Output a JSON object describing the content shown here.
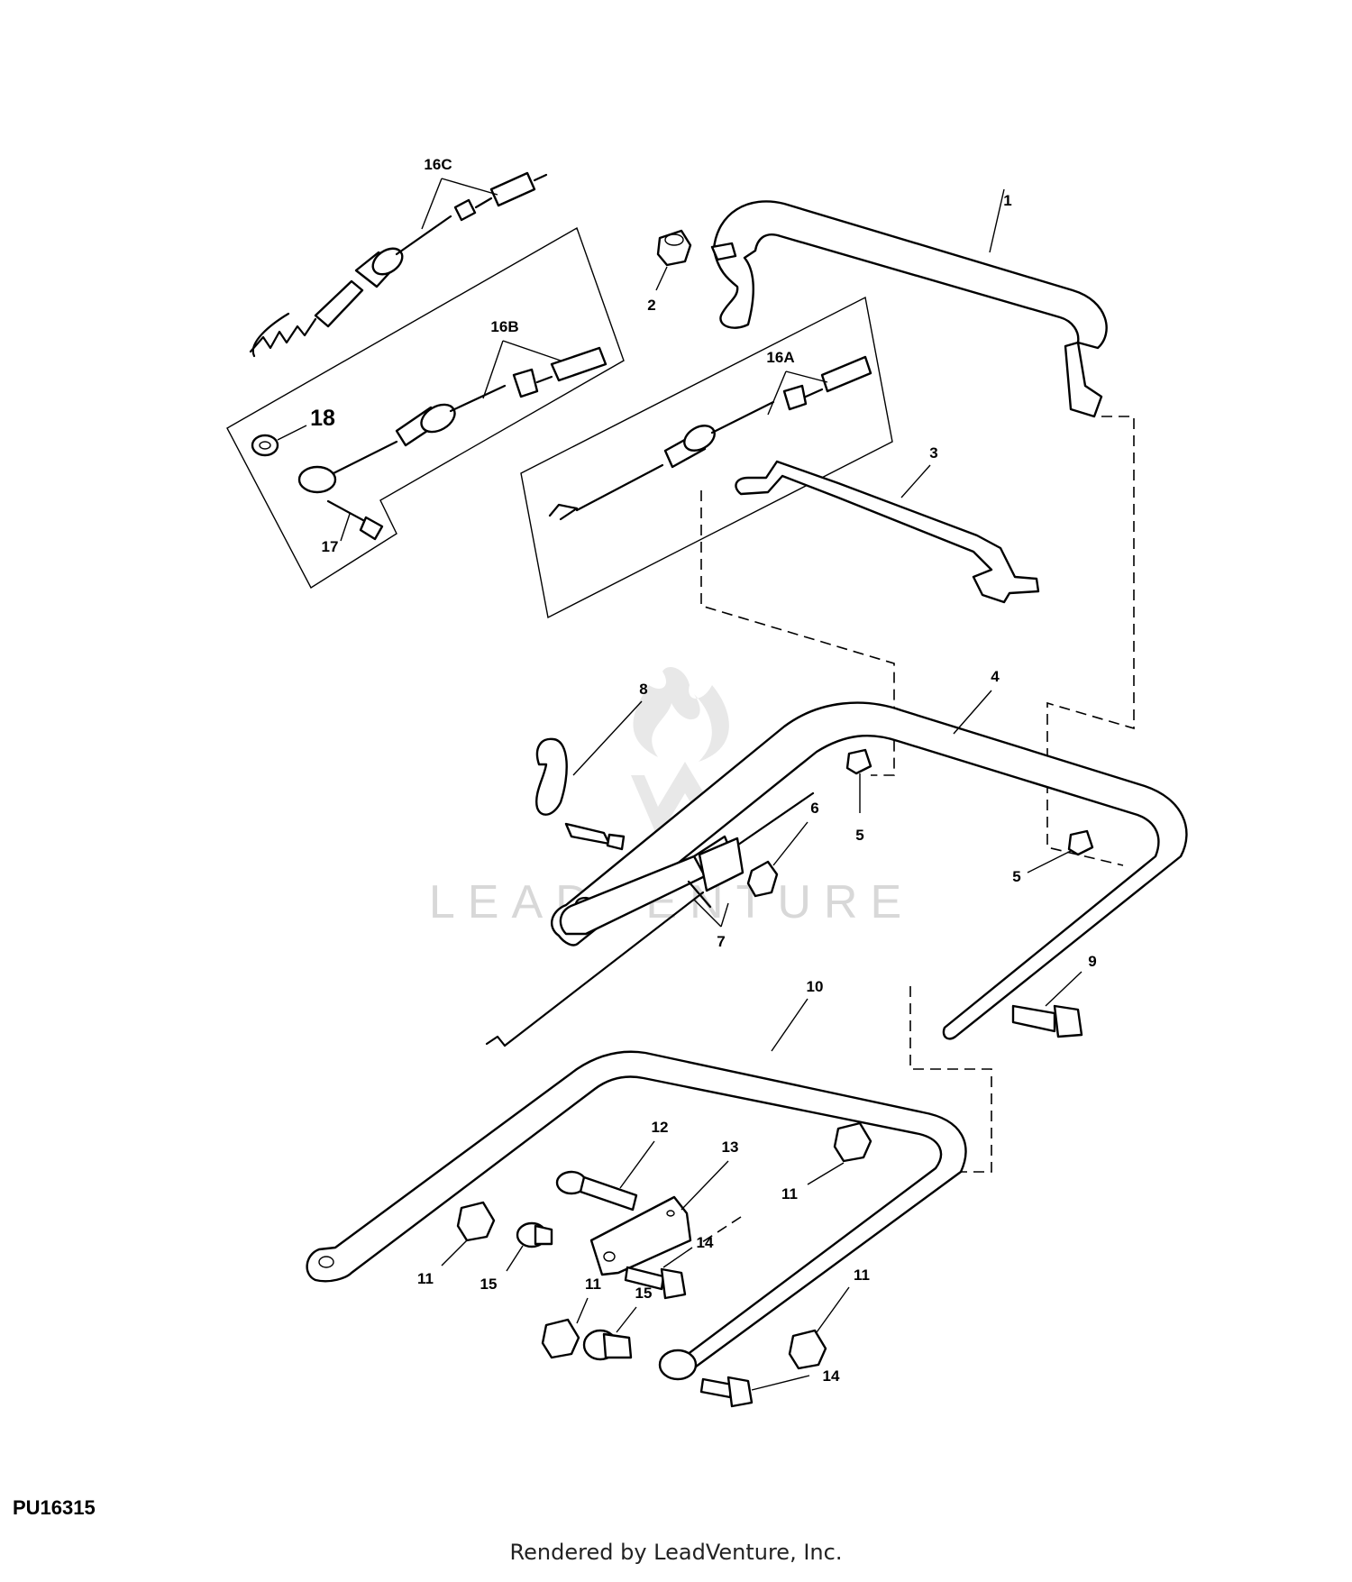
{
  "callouts": {
    "c1": "1",
    "c2": "2",
    "c3": "3",
    "c4": "4",
    "c5a": "5",
    "c5b": "5",
    "c6": "6",
    "c7": "7",
    "c8": "8",
    "c9": "9",
    "c10": "10",
    "c11a": "11",
    "c11b": "11",
    "c11c": "11",
    "c11d": "11",
    "c12": "12",
    "c13": "13",
    "c14a": "14",
    "c14b": "14",
    "c15a": "15",
    "c15b": "15",
    "c16a": "16A",
    "c16b": "16B",
    "c16c": "16C",
    "c17": "17",
    "c18": "18"
  },
  "watermark": "LEADVENTURE",
  "diagram_id": "PU16315",
  "credit": "Rendered by LeadVenture, Inc."
}
